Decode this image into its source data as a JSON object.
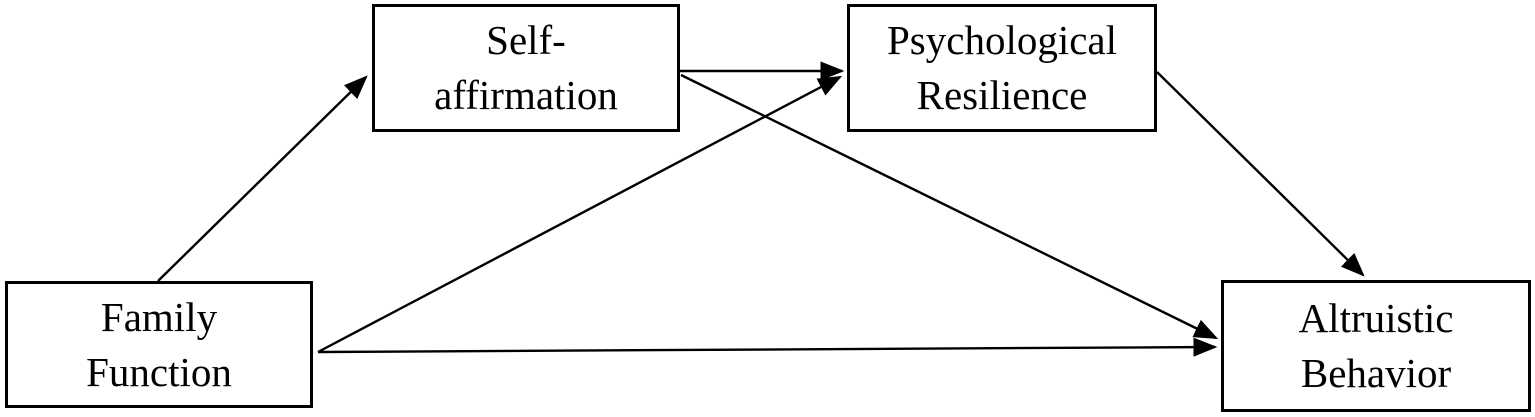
{
  "diagram": {
    "type": "path-model",
    "description": "Mediation model diagram with four rectangular nodes connected by single-headed arrows",
    "colors": {
      "background": "#ffffff",
      "node_border": "#000000",
      "node_fill": "#ffffff",
      "arrow": "#000000",
      "text": "#000000"
    },
    "nodes": [
      {
        "id": "family-function",
        "label": "Family Function",
        "lines": [
          "Family",
          "Function"
        ]
      },
      {
        "id": "self-affirmation",
        "label": "Self-affirmation",
        "lines": [
          "Self-",
          "affirmation"
        ]
      },
      {
        "id": "psychological-resilience",
        "label": "Psychological Resilience",
        "lines": [
          "Psychological",
          "Resilience"
        ]
      },
      {
        "id": "altruistic-behavior",
        "label": "Altruistic Behavior",
        "lines": [
          "Altruistic",
          "Behavior"
        ]
      }
    ],
    "edges": [
      {
        "from": "Family Function",
        "to": "Self-affirmation",
        "style": "solid-arrow"
      },
      {
        "from": "Self-affirmation",
        "to": "Psychological Resilience",
        "style": "solid-arrow"
      },
      {
        "from": "Self-affirmation",
        "to": "Altruistic Behavior",
        "style": "solid-arrow"
      },
      {
        "from": "Family Function",
        "to": "Psychological Resilience",
        "style": "solid-arrow"
      },
      {
        "from": "Family Function",
        "to": "Altruistic Behavior",
        "style": "solid-arrow"
      },
      {
        "from": "Psychological Resilience",
        "to": "Altruistic Behavior",
        "style": "solid-arrow"
      }
    ]
  }
}
